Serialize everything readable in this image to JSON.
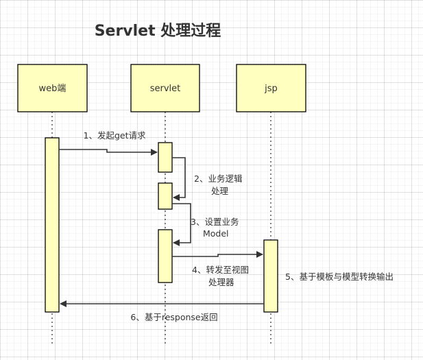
{
  "title": "Servlet 处理过程",
  "actors": {
    "web": "web端",
    "servlet": "servlet",
    "jsp": "jsp"
  },
  "messages": {
    "m1": "1、发起get请求",
    "m2_line1": "2、业务逻辑",
    "m2_line2": "处理",
    "m3_line1": "3、设置业务",
    "m3_line2": "Model",
    "m4_line1": "4、转发至视图",
    "m4_line2": "处理器",
    "m5": "5、基于模板与模型转换输出",
    "m6": "6、基于response返回"
  }
}
